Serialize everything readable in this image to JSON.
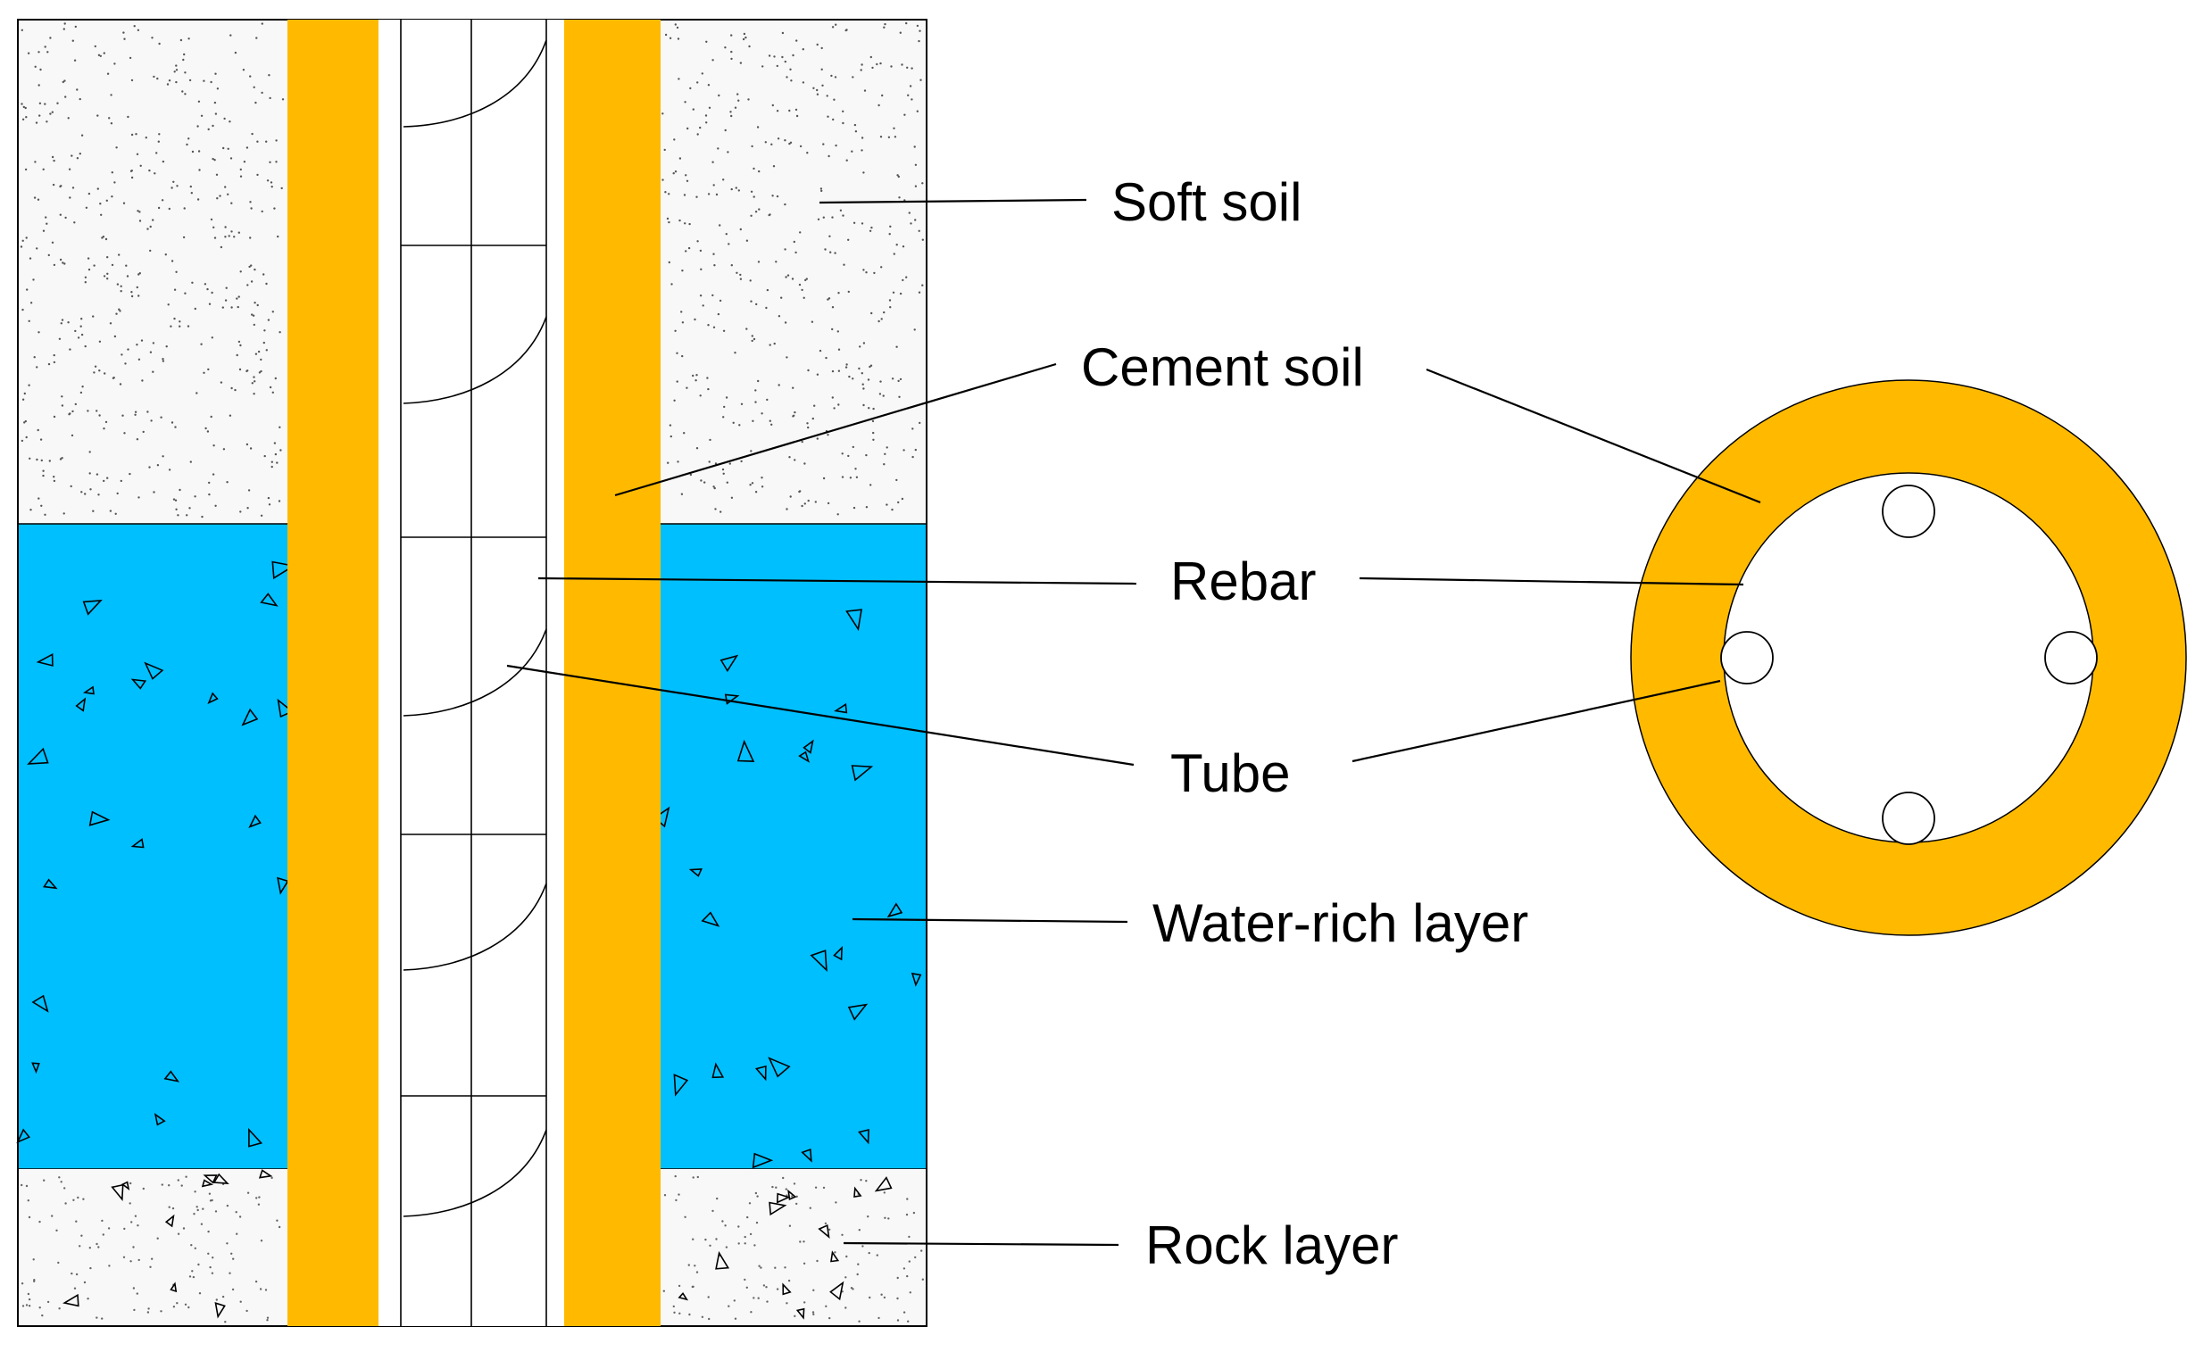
{
  "labels": {
    "soft_soil": "Soft soil",
    "cement_soil": "Cement soil",
    "rebar": "Rebar",
    "tube": "Tube",
    "water_rich_layer": "Water-rich layer",
    "rock_layer": "Rock layer"
  },
  "colors": {
    "cement_soil": "#FFBA00",
    "water_rich_layer": "#00BFFF",
    "soil_fill": "#F8F8F8",
    "outline": "#000000"
  }
}
